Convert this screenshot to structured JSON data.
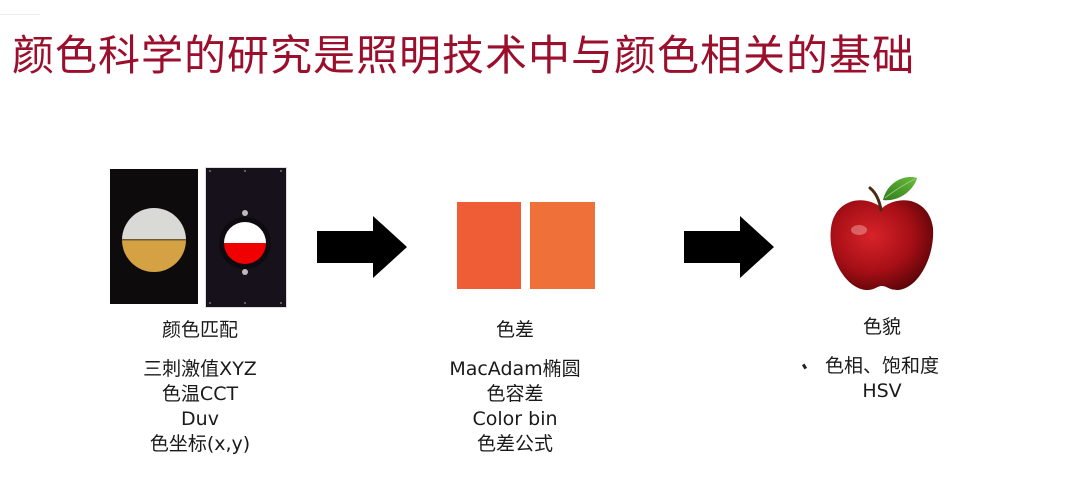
{
  "slide": {
    "title": "颜色科学的研究是照明技术中与颜色相关的基础",
    "title_color": "#9b0e2c",
    "sections": [
      {
        "id": "color-matching",
        "heading": "颜色匹配",
        "items": [
          "三刺激值XYZ",
          "色温CCT",
          "Duv",
          "色坐标(x,y)"
        ],
        "image": "two black panels with split circles (white/gold, white/red)"
      },
      {
        "id": "color-difference",
        "heading": "色差",
        "items": [
          "MacAdam椭圆",
          "色容差",
          "Color bin",
          "色差公式"
        ],
        "image": "two orange squares",
        "colors": [
          "#ee5d36",
          "#f0703a"
        ]
      },
      {
        "id": "color-appearance",
        "heading": "色貌",
        "items": [
          "色相、饱和度",
          "HSV"
        ],
        "image": "red apple"
      }
    ],
    "arrows": [
      "arrow-right",
      "arrow-right"
    ]
  }
}
